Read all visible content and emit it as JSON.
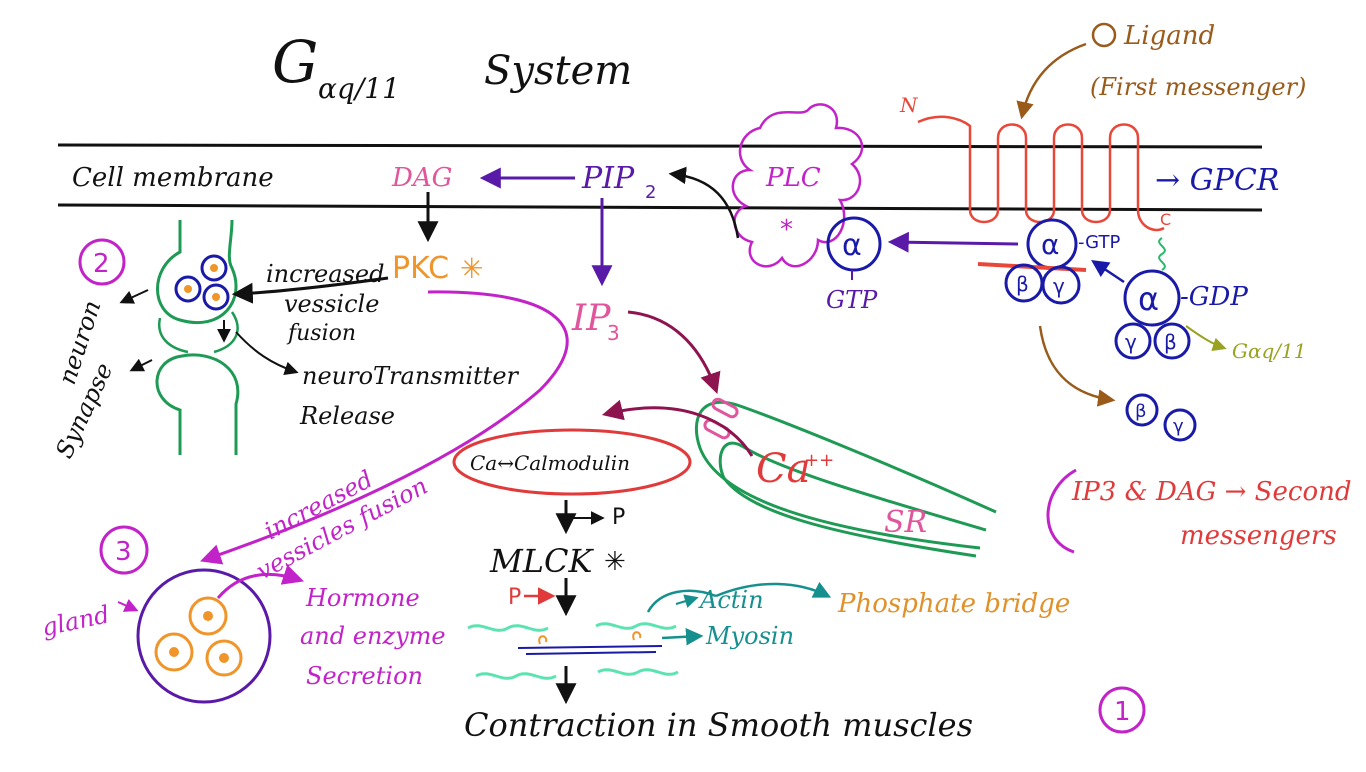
{
  "title": {
    "prefix": "G",
    "subscript": "αq/11",
    "suffix": "System"
  },
  "membrane": {
    "label": "Cell membrane",
    "dag": "DAG",
    "pip2": "PIP",
    "pip2_sub": "2",
    "plc": "PLC",
    "plc_star": "*",
    "gpcr_label": "→ GPCR",
    "n_terminal": "N",
    "c_terminal": "C"
  },
  "ligand": {
    "line1": "Ligand",
    "line2": "(First messenger)"
  },
  "gprotein": {
    "alpha": "α",
    "beta": "β",
    "gamma": "γ",
    "gtp": "GTP",
    "gtp_bound": "-GTP",
    "gdp": "-GDP",
    "g_alpha_q11": "Gαq/11"
  },
  "pkc": {
    "label": "PKC",
    "star": "✳"
  },
  "ip3": {
    "label": "IP",
    "sub": "3"
  },
  "neuron": {
    "number": "2",
    "neuron_label": "neuron",
    "synapse_label": "Synapse",
    "fusion_line1": "increased",
    "fusion_line2": "vessicle",
    "fusion_line3": "fusion",
    "release_line1": "neuroTransmitter",
    "release_line2": "Release"
  },
  "gland": {
    "number": "3",
    "gland_label": "gland",
    "fusion_line1": "increased",
    "fusion_line2": "vessicles fusion",
    "secretion_line1": "Hormone",
    "secretion_line2": "and enzyme",
    "secretion_line3": "Secretion"
  },
  "muscle": {
    "number": "1",
    "calmodulin": "Ca↔Calmodulin",
    "ca": "Ca",
    "ca_sup": "++",
    "sr": "SR",
    "p": "P",
    "p2": "P",
    "mlck": "MLCK",
    "mlck_star": "✳",
    "actin": "Actin",
    "myosin": "Myosin",
    "phosphate_bridge": "Phosphate bridge",
    "contraction": "Contraction in Smooth muscles"
  },
  "messengers": {
    "line1": "IP3 & DAG → Second",
    "line2": "messengers"
  },
  "colors": {
    "membrane": "#111111",
    "purple": "#5a1aa8",
    "pink": "#e0559c",
    "orange": "#f0952a",
    "magenta": "#c223c9",
    "maroon": "#8e1450",
    "gpcr": "#e8483a",
    "gprotein": "#1a1aa8",
    "green": "#1e9a55",
    "brown": "#9a5a1a",
    "olive": "#9aa321",
    "teal": "#16908f",
    "red": "#e03a3a",
    "black": "#111111"
  }
}
